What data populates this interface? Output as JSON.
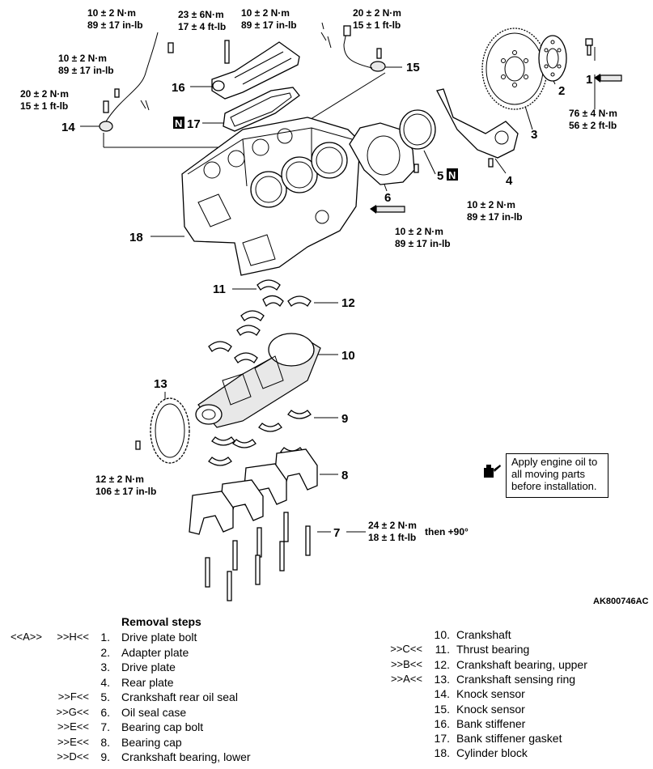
{
  "figure_id": "AK800746AC",
  "note": "Apply engine oil to all moving parts before installation.",
  "note_icon": "oil-can-icon",
  "callouts": {
    "c1": "1",
    "c2": "2",
    "c3": "3",
    "c4": "4",
    "c5": "5",
    "c6": "6",
    "c7": "7",
    "c8": "8",
    "c9": "9",
    "c10": "10",
    "c11": "11",
    "c12": "12",
    "c13": "13",
    "c14": "14",
    "c15": "15",
    "c16": "16",
    "c17": "17",
    "c18": "18",
    "n_mark": "N"
  },
  "torques": {
    "t_small_a_1": "10 ± 2 N·m",
    "t_small_a_2": "89 ± 17 in-lb",
    "t_stiff_1": "23 ± 6N·m",
    "t_stiff_2": "17 ± 4 ft-lb",
    "t_small_b_1": "10 ± 2 N·m",
    "t_small_b_2": "89 ± 17 in-lb",
    "t_knock15_1": "20 ± 2 N·m",
    "t_knock15_2": "15 ± 1 ft-lb",
    "t_small_c_1": "10 ± 2 N·m",
    "t_small_c_2": "89 ± 17 in-lb",
    "t_knock14_1": "20 ± 2 N·m",
    "t_knock14_2": "15 ± 1 ft-lb",
    "t_drive_1": "76 ± 4 N·m",
    "t_drive_2": "56 ± 2 ft-lb",
    "t_rear_1": "10 ± 2 N·m",
    "t_rear_2": "89 ± 17 in-lb",
    "t_case_1": "10 ± 2 N·m",
    "t_case_2": "89 ± 17 in-lb",
    "t_ring_1": "12 ± 2 N·m",
    "t_ring_2": "106 ± 17 in-lb",
    "t_cap_1": "24 ± 2 N·m",
    "t_cap_2": "18 ± 1 ft-lb",
    "t_cap_then": "then  +90°"
  },
  "steps_title": "Removal steps",
  "steps_left": [
    {
      "code": "<<A>>",
      "code2": ">>H<<",
      "num": "1.",
      "desc": "Drive plate bolt"
    },
    {
      "code": "",
      "code2": "",
      "num": "2.",
      "desc": "Adapter plate"
    },
    {
      "code": "",
      "code2": "",
      "num": "3.",
      "desc": "Drive plate"
    },
    {
      "code": "",
      "code2": "",
      "num": "4.",
      "desc": "Rear plate"
    },
    {
      "code": "",
      "code2": ">>F<<",
      "num": "5.",
      "desc": "Crankshaft rear oil seal"
    },
    {
      "code": "",
      "code2": ">>G<<",
      "num": "6.",
      "desc": "Oil seal case"
    },
    {
      "code": "",
      "code2": ">>E<<",
      "num": "7.",
      "desc": "Bearing cap bolt"
    },
    {
      "code": "",
      "code2": ">>E<<",
      "num": "8.",
      "desc": "Bearing cap"
    },
    {
      "code": "",
      "code2": ">>D<<",
      "num": "9.",
      "desc": "Crankshaft bearing, lower"
    }
  ],
  "steps_right": [
    {
      "code": "",
      "num": "10.",
      "desc": "Crankshaft"
    },
    {
      "code": ">>C<<",
      "num": "11.",
      "desc": "Thrust bearing"
    },
    {
      "code": ">>B<<",
      "num": "12.",
      "desc": "Crankshaft bearing, upper"
    },
    {
      "code": ">>A<<",
      "num": "13.",
      "desc": "Crankshaft sensing ring"
    },
    {
      "code": "",
      "num": "14.",
      "desc": "Knock sensor"
    },
    {
      "code": "",
      "num": "15.",
      "desc": "Knock sensor"
    },
    {
      "code": "",
      "num": "16.",
      "desc": "Bank stiffener"
    },
    {
      "code": "",
      "num": "17.",
      "desc": "Bank stiffener gasket"
    },
    {
      "code": "",
      "num": "18.",
      "desc": "Cylinder block"
    }
  ]
}
